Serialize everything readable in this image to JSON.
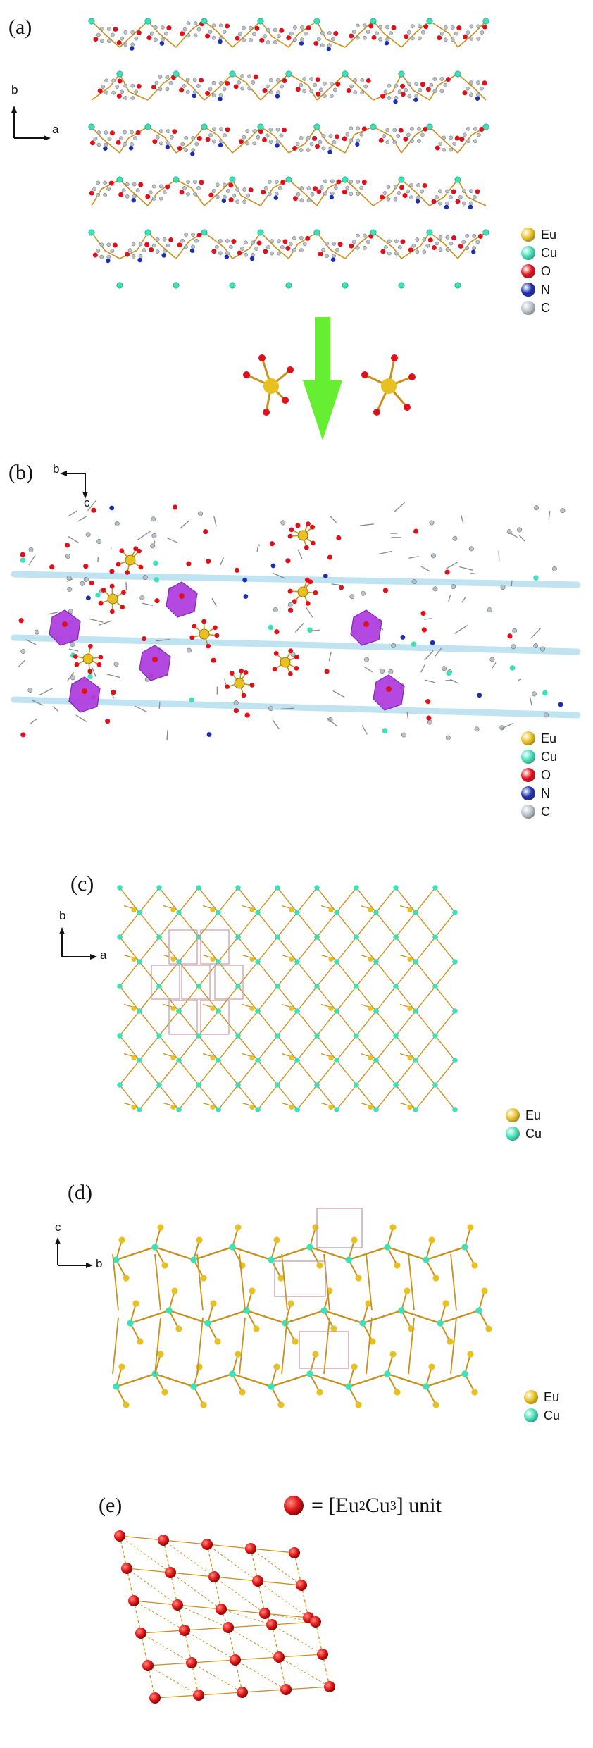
{
  "panels": {
    "a": {
      "label": "(a)",
      "axis_v": "b",
      "axis_h": "a",
      "legend": [
        {
          "name": "Eu",
          "color": "#e8c020"
        },
        {
          "name": "Cu",
          "color": "#3fe0b8"
        },
        {
          "name": "O",
          "color": "#e0101a"
        },
        {
          "name": "N",
          "color": "#1c2fb0"
        },
        {
          "name": "C",
          "color": "#b8c0c8"
        }
      ]
    },
    "b": {
      "label": "(b)",
      "axis_h": "b",
      "axis_v": "c",
      "legend": [
        {
          "name": "Eu",
          "color": "#e8c020"
        },
        {
          "name": "Cu",
          "color": "#3fe0b8"
        },
        {
          "name": "O",
          "color": "#e0101a"
        },
        {
          "name": "N",
          "color": "#1c2fb0"
        },
        {
          "name": "C",
          "color": "#b8c0c8"
        }
      ]
    },
    "c": {
      "label": "(c)",
      "axis_v": "b",
      "axis_h": "a",
      "legend": [
        {
          "name": "Eu",
          "color": "#e8c020"
        },
        {
          "name": "Cu",
          "color": "#3fe0b8"
        }
      ]
    },
    "d": {
      "label": "(d)",
      "axis_v": "c",
      "axis_h": "b",
      "legend": [
        {
          "name": "Eu",
          "color": "#e8c020"
        },
        {
          "name": "Cu",
          "color": "#3fe0b8"
        }
      ]
    },
    "e": {
      "label": "(e)",
      "unit_prefix": "= [Eu",
      "unit_sub1": "2",
      "unit_mid": "Cu",
      "unit_sub2": "3",
      "unit_suffix": "] unit"
    }
  },
  "colors": {
    "eu": "#e8c020",
    "cu": "#3fe0b8",
    "o": "#e0101a",
    "n": "#1c2fb0",
    "c": "#b8c0c8",
    "bond": "#c8901c",
    "arrow": "#66ee33",
    "poly": "#b040e0",
    "plane": "#bfe3f0",
    "box": "#c89aa0",
    "node": "#e01818"
  }
}
